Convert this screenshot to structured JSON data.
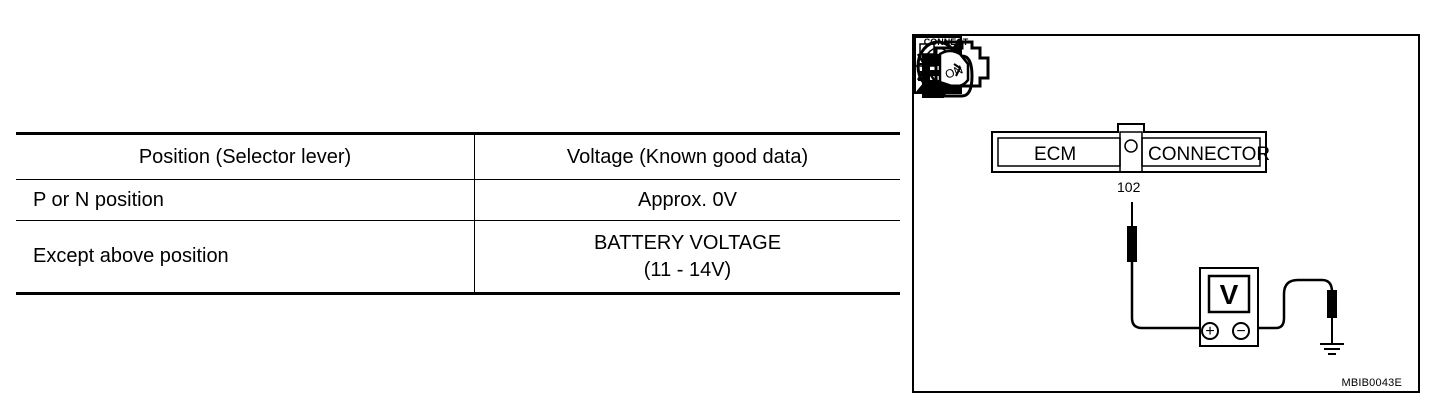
{
  "table": {
    "headers": [
      "Position (Selector lever)",
      "Voltage (Known good data)"
    ],
    "rows": [
      {
        "position": "P or N position",
        "voltage": [
          "Approx. 0V"
        ]
      },
      {
        "position": "Except above position",
        "voltage": [
          "BATTERY VOLTAGE",
          "(11 - 14V)"
        ]
      }
    ]
  },
  "figure": {
    "icons": {
      "hs": {
        "label": "H.S.",
        "icon": "hot-soak-icon"
      },
      "connect": {
        "label": "CONNECT",
        "icon": "connector-connect-icon"
      },
      "key": {
        "label": "ON",
        "icon": "ignition-key-on-icon"
      },
      "engine": {
        "icon": "engine-off-icon"
      }
    },
    "connector": {
      "name": "ECM",
      "label": "CONNECTOR",
      "pin": "102"
    },
    "meter": {
      "letter": "V",
      "positive": "+",
      "negative": "−"
    },
    "code": "MBIB0043E"
  }
}
